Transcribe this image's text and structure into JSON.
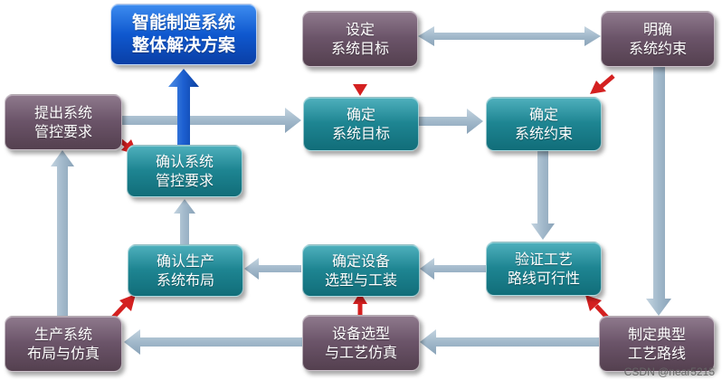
{
  "boxes": {
    "overall_solution": "智能制造系统\n整体解决方案",
    "set_goal": "设定\n系统目标",
    "clarify_constraints": "明确\n系统约束",
    "propose_requirements": "提出系统\n管控要求",
    "confirm_goal": "确定\n系统目标",
    "confirm_constraints": "确定\n系统约束",
    "confirm_control_requirements": "确认系统\n管控要求",
    "confirm_layout": "确认生产\n系统布局",
    "confirm_equipment": "确定设备\n选型与工装",
    "verify_route": "验证工艺\n路线可行性",
    "layout_simulation": "生产系统\n布局与仿真",
    "equipment_simulation": "设备选型\n与工艺仿真",
    "typical_route": "制定典型\n工艺路线"
  },
  "watermark": "CSDN @near5215",
  "colors": {
    "purple_box": "#6b5469",
    "teal_box": "#1e8592",
    "blue_box": "#0f58cf",
    "flow_arrow": "#a9bfcf",
    "red_arrow": "#d42020"
  }
}
